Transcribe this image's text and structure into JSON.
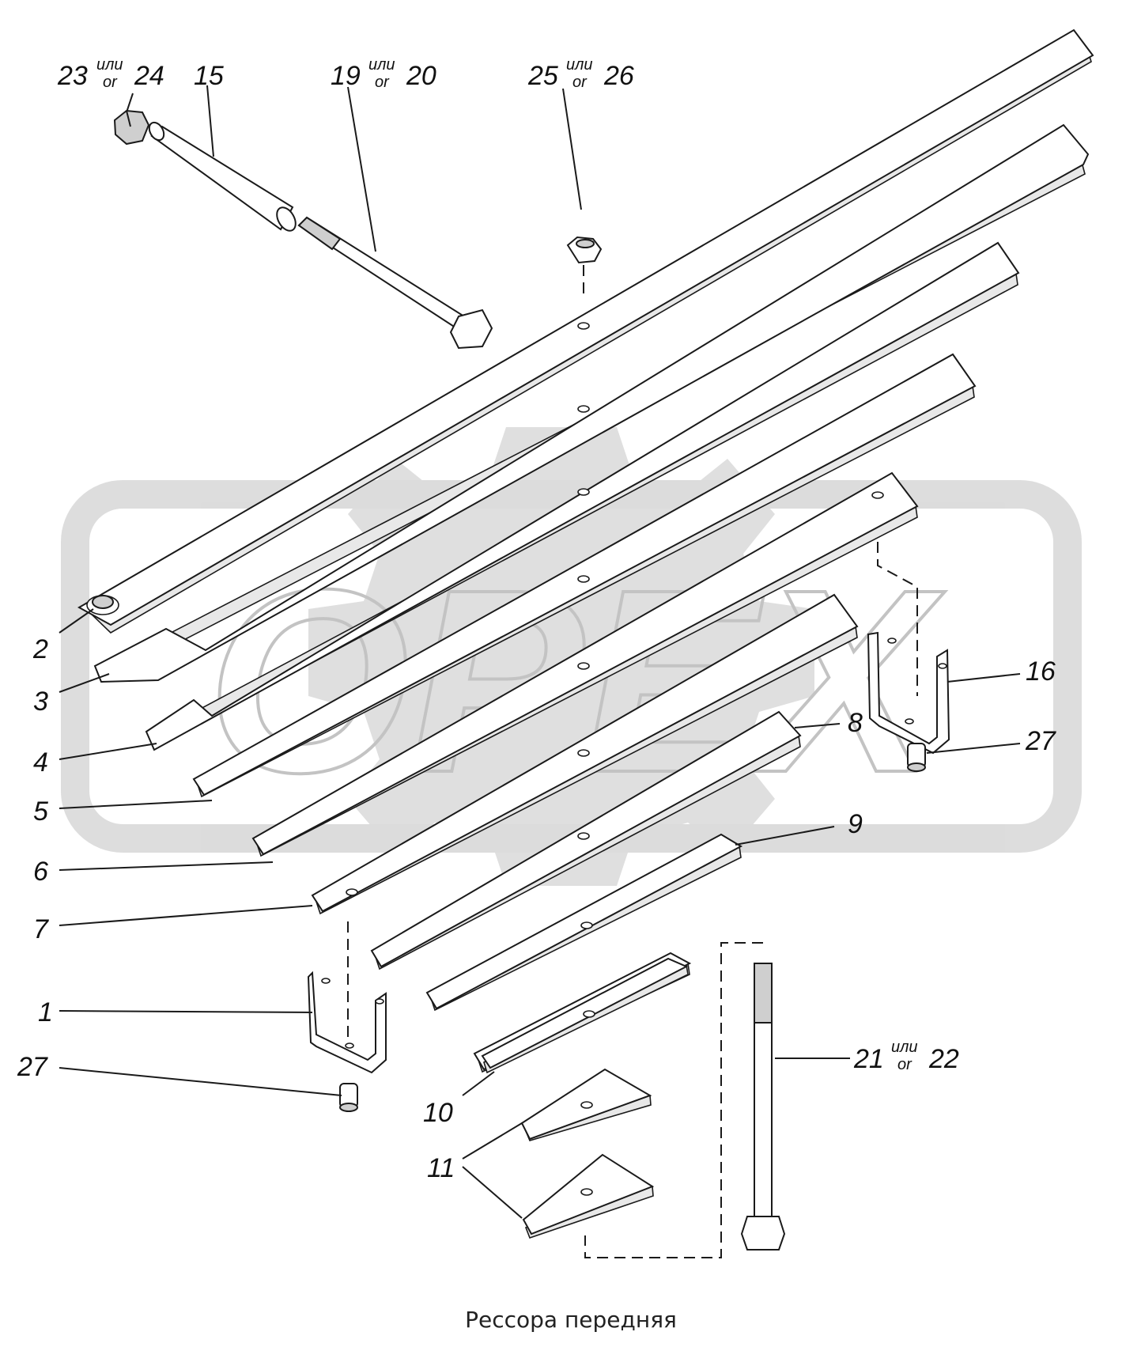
{
  "watermark": {
    "text": "OPEX",
    "color": "#d9d9d9"
  },
  "caption": "Рессора передняя",
  "labels": [
    {
      "id": "l-23-24",
      "main_a": "23",
      "sup_top": "или",
      "sup_bottom": "or",
      "main_b": "24"
    },
    {
      "id": "l-15",
      "main_a": "15"
    },
    {
      "id": "l-19-20",
      "main_a": "19",
      "sup_top": "или",
      "sup_bottom": "or",
      "main_b": "20"
    },
    {
      "id": "l-25-26",
      "main_a": "25",
      "sup_top": "или",
      "sup_bottom": "or",
      "main_b": "26"
    },
    {
      "id": "l-2",
      "main_a": "2"
    },
    {
      "id": "l-3",
      "main_a": "3"
    },
    {
      "id": "l-4",
      "main_a": "4"
    },
    {
      "id": "l-5",
      "main_a": "5"
    },
    {
      "id": "l-6",
      "main_a": "6"
    },
    {
      "id": "l-7",
      "main_a": "7"
    },
    {
      "id": "l-8",
      "main_a": "8"
    },
    {
      "id": "l-9",
      "main_a": "9"
    },
    {
      "id": "l-16",
      "main_a": "16"
    },
    {
      "id": "l-27a",
      "main_a": "27"
    },
    {
      "id": "l-1",
      "main_a": "1"
    },
    {
      "id": "l-27b",
      "main_a": "27"
    },
    {
      "id": "l-10",
      "main_a": "10"
    },
    {
      "id": "l-11",
      "main_a": "11"
    },
    {
      "id": "l-21-22",
      "main_a": "21",
      "sup_top": "или",
      "sup_bottom": "or",
      "main_b": "22"
    }
  ]
}
